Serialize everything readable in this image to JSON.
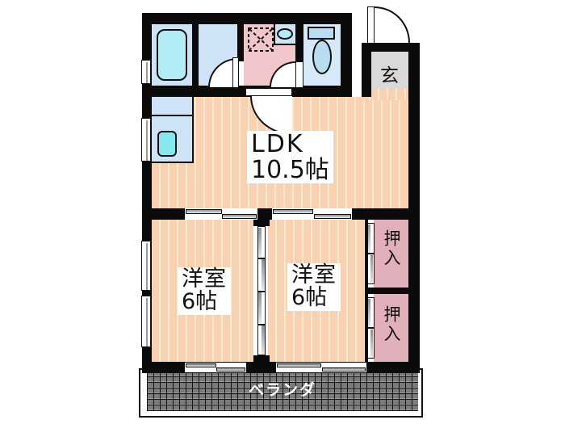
{
  "floorplan": {
    "ldk": {
      "name": "LDK",
      "area": "10.5帖"
    },
    "bedroom_left": {
      "name": "洋室",
      "area": "6帖"
    },
    "bedroom_right": {
      "name": "洋室",
      "area": "6帖"
    },
    "closet_top": {
      "name": "押入"
    },
    "closet_bottom": {
      "name": "押入"
    },
    "entrance": {
      "name": "玄"
    },
    "veranda": {
      "name": "ベランダ"
    }
  },
  "colors": {
    "wall": "#0b0b0b",
    "flooring": "#f8d2b0",
    "flooring_stripe": "#fce7d0",
    "wet_room_blue": "#cfe3f7",
    "fixture_cyan": "#b2ecf5",
    "toilet_blue": "#b9dcf2",
    "washroom_pink": "#f1c6cb",
    "closet_pink": "#e2b0ba",
    "entrance_gray": "#d9d9d9",
    "veranda_gray": "#7b7b7b",
    "label_text": "#111111"
  }
}
